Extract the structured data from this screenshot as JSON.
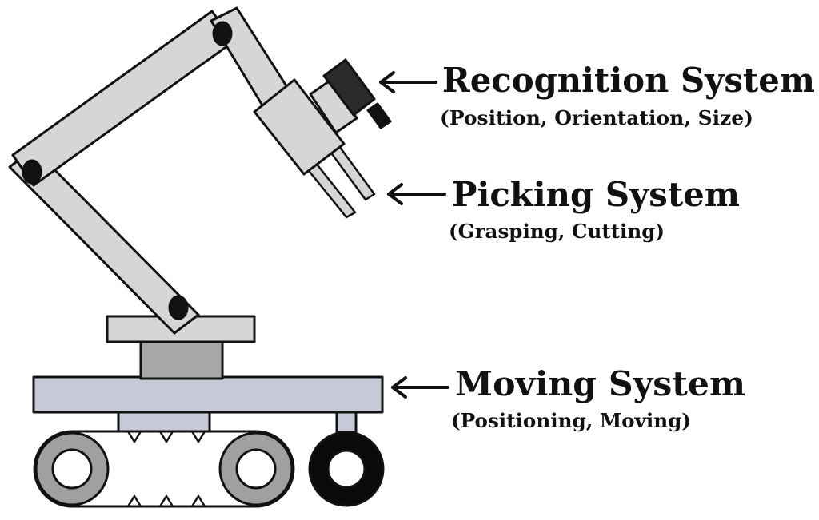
{
  "labels": {
    "recognition": {
      "title": "Recognition System",
      "subtitle": "(Position, Orientation, Size)"
    },
    "picking": {
      "title": "Picking System",
      "subtitle": "(Grasping, Cutting)"
    },
    "moving": {
      "title": "Moving System",
      "subtitle": "(Positioning, Moving)"
    }
  },
  "colors": {
    "outline": "#111111",
    "arm_fill": "#d6d6d6",
    "body_fill": "#c6cad6",
    "column_fill": "#a8a8a8",
    "camera_fill": "#2a2a2a",
    "tread_fill": "#ffffff",
    "wheel_ring": "#a0a0a0",
    "wheel_black": "#0a0a0a",
    "background": "#ffffff"
  }
}
